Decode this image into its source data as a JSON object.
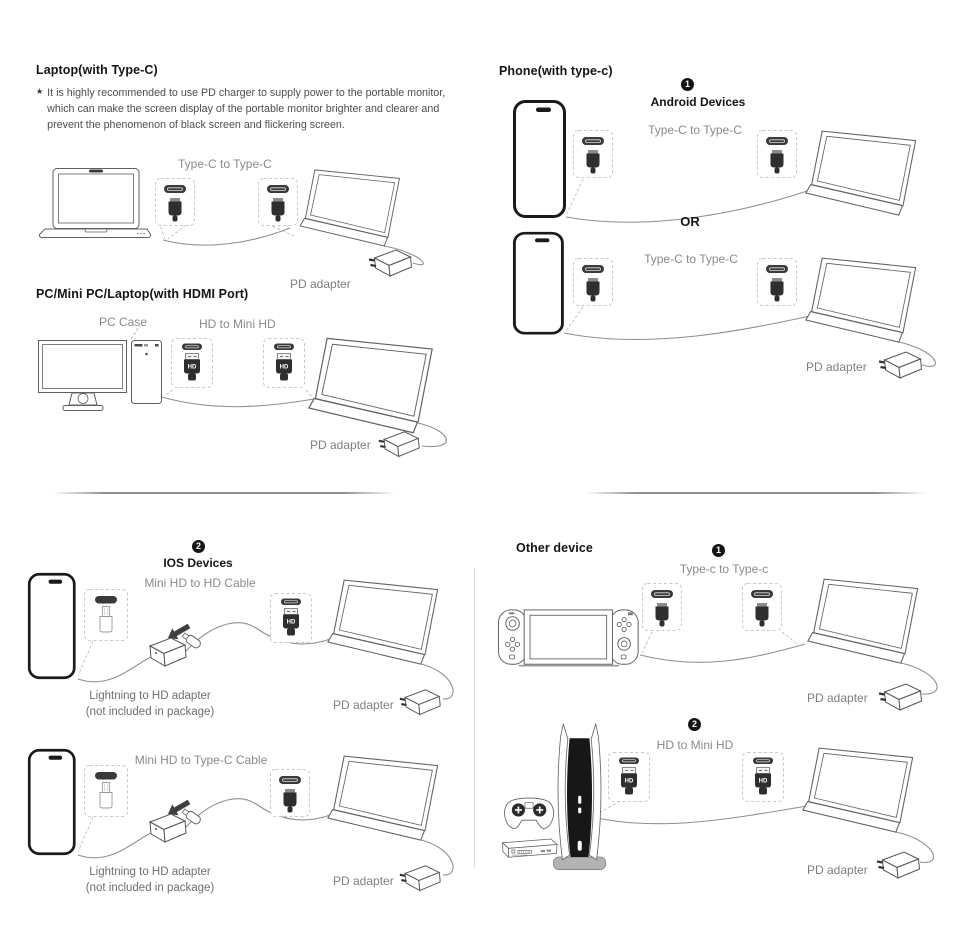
{
  "colors": {
    "heading": "#141414",
    "label_gray": "#8a8a8a",
    "note_gray": "#4e4e4e",
    "outline": "#606060",
    "cable": "#909090",
    "plug_dark": "#2e2e2e"
  },
  "icons": {
    "hdmi_plug_label": "HD"
  },
  "sections": {
    "laptop_typec": {
      "title": "Laptop(with Type-C)",
      "note_star": "★",
      "note_text": "It is highly recommended to use PD charger to supply power to the portable monitor, which can make the screen display of  the portable monitor brighter and clearer and prevent the phenomenon of black screen and flickering screen.",
      "cable_label": "Type-C to Type-C",
      "pd_adapter_label": "PD adapter"
    },
    "pc_hdmi": {
      "title": "PC/Mini PC/Laptop(with HDMI Port)",
      "pc_case_label": "PC Case",
      "cable_label": "HD to Mini HD",
      "pd_adapter_label": "PD adapter"
    },
    "phone_typec": {
      "title": "Phone(with type-c)",
      "step_badge": "1",
      "step_title": "Android Devices",
      "cable_label_top": "Type-C to Type-C",
      "or_label": "OR",
      "cable_label_bottom": "Type-C to Type-C",
      "pd_adapter_label": "PD adapter"
    },
    "ios_devices": {
      "step_badge": "2",
      "step_title": "IOS Devices",
      "diagram1": {
        "cable_label": "Mini HD to HD Cable",
        "adapter_line1": "Lightning to HD adapter",
        "adapter_line2": "(not included in package)",
        "pd_adapter_label": "PD adapter"
      },
      "diagram2": {
        "cable_label": "Mini HD to Type-C Cable",
        "adapter_line1": "Lightning to HD adapter",
        "adapter_line2": "(not included in package)",
        "pd_adapter_label": "PD adapter"
      }
    },
    "other_device": {
      "title": "Other device",
      "diagram1": {
        "step_badge": "1",
        "cable_label": "Type-c to Type-c",
        "pd_adapter_label": "PD adapter"
      },
      "diagram2": {
        "step_badge": "2",
        "cable_label": "HD to Mini HD",
        "pd_adapter_label": "PD adapter"
      }
    }
  }
}
